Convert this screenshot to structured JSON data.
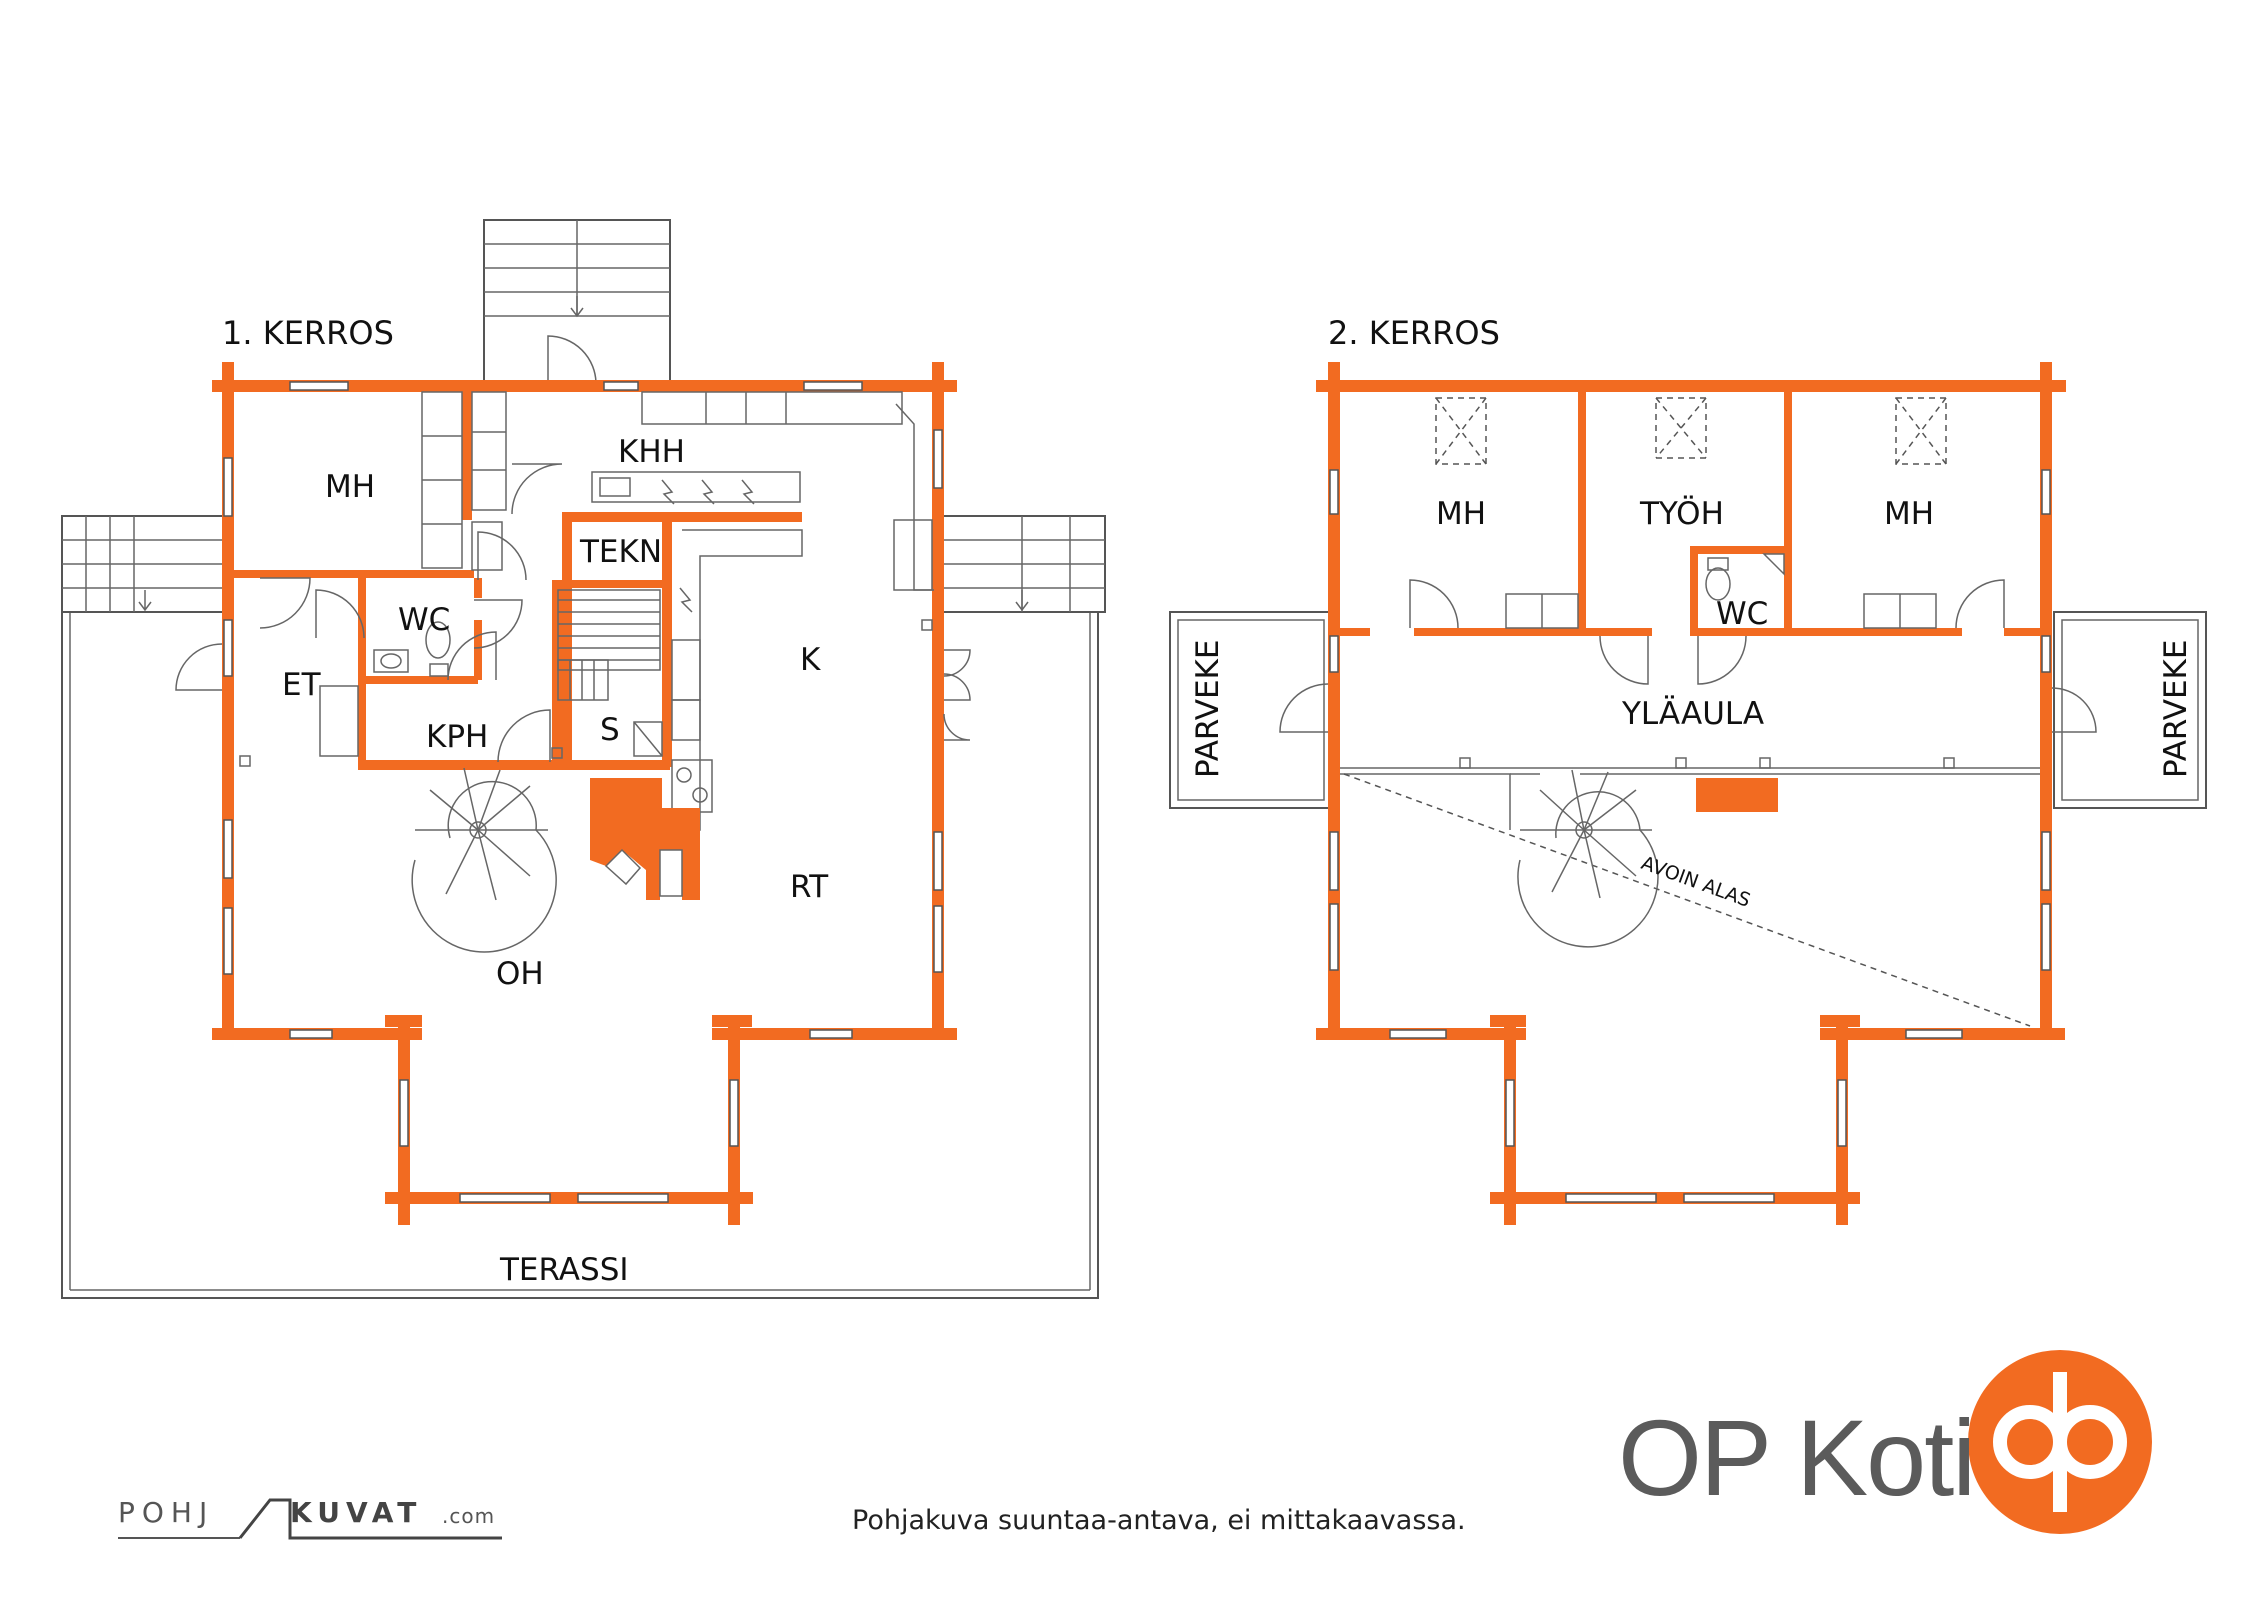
{
  "floor1": {
    "title": "1. KERROS",
    "rooms": {
      "mh": "MH",
      "khh": "KHH",
      "tekn": "TEKN",
      "wc": "WC",
      "et": "ET",
      "kph": "KPH",
      "s": "S",
      "k": "K",
      "rt": "RT",
      "oh": "OH",
      "terassi": "TERASSI"
    }
  },
  "floor2": {
    "title": "2. KERROS",
    "rooms": {
      "mh_left": "MH",
      "tyoh": "TYÖH",
      "mh_right": "MH",
      "wc": "WC",
      "ylaaula": "YLÄAULA",
      "parveke_left": "PARVEKE",
      "parveke_right": "PARVEKE",
      "avoin_alas": "AVOIN ALAS"
    }
  },
  "footer": {
    "note": "Pohjakuva suuntaa-antava, ei mittakaavassa.",
    "brand_left": "POHJ",
    "brand_right": "KUVAT",
    "brand_domain": ".com",
    "op_text": "OP Koti"
  },
  "colors": {
    "wall": "#f26b21",
    "op_orange": "#f26b21",
    "op_text": "#5b5b5b"
  }
}
